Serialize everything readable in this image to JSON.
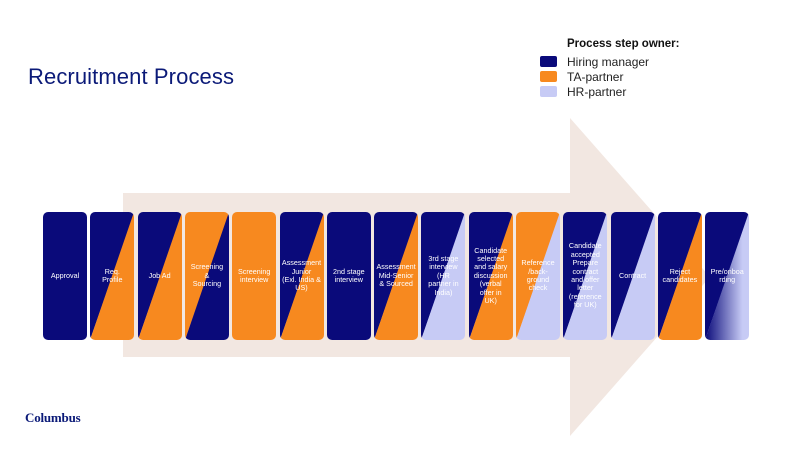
{
  "title": "Recruitment Process",
  "legend": {
    "title": "Process step owner:",
    "items": [
      {
        "label": "Hiring manager",
        "color": "#0a0a7a"
      },
      {
        "label": "TA-partner",
        "color": "#f7891f"
      },
      {
        "label": "HR-partner",
        "color": "#c7cbf5"
      }
    ]
  },
  "steps": [
    {
      "label": "Approval",
      "fill": "solid",
      "colors": [
        "#0a0a7a"
      ]
    },
    {
      "label": "Req.\nProfile",
      "fill": "split",
      "colors": [
        "#0a0a7a",
        "#f7891f"
      ]
    },
    {
      "label": "Job Ad",
      "fill": "split",
      "colors": [
        "#0a0a7a",
        "#f7891f"
      ]
    },
    {
      "label": "Screening\n&\nSourcing",
      "fill": "split",
      "colors": [
        "#f7891f",
        "#0a0a7a"
      ]
    },
    {
      "label": "Screening\ninterview",
      "fill": "solid",
      "colors": [
        "#f7891f"
      ]
    },
    {
      "label": "Assessment\nJunior\n(Exl. India &\nUS)",
      "fill": "split",
      "colors": [
        "#0a0a7a",
        "#f7891f"
      ]
    },
    {
      "label": "2nd stage\ninterview",
      "fill": "solid",
      "colors": [
        "#0a0a7a"
      ]
    },
    {
      "label": "Assessment\nMid-Senior\n& Sourced",
      "fill": "split",
      "colors": [
        "#0a0a7a",
        "#f7891f"
      ]
    },
    {
      "label": "3rd stage\ninterview\n(HR\npartner in\nIndia)",
      "fill": "split",
      "colors": [
        "#0a0a7a",
        "#c7cbf5"
      ]
    },
    {
      "label": "Candidate\nselected\nand salary\ndiscussion\n(verbal\noffer in\nUK)",
      "fill": "split",
      "colors": [
        "#0a0a7a",
        "#f7891f"
      ]
    },
    {
      "label": "Reference\n/back-\nground\ncheck",
      "fill": "split",
      "colors": [
        "#f7891f",
        "#c7cbf5"
      ]
    },
    {
      "label": "Candidate\naccepted\nPrepare\ncontract\nand offer\nletter\n(reference\nfor UK)",
      "fill": "split",
      "colors": [
        "#0a0a7a",
        "#c7cbf5"
      ]
    },
    {
      "label": "Contract",
      "fill": "split",
      "colors": [
        "#0a0a7a",
        "#c7cbf5"
      ]
    },
    {
      "label": "Reject\ncandidates",
      "fill": "split",
      "colors": [
        "#0a0a7a",
        "#f7891f"
      ]
    },
    {
      "label": "Pre/onboa\nrding",
      "fill": "split-gradient",
      "colors": [
        "#0a0a7a",
        "#c7cbf5"
      ]
    }
  ],
  "arrow_color": "#f2e7e1",
  "logo": "Columbus"
}
